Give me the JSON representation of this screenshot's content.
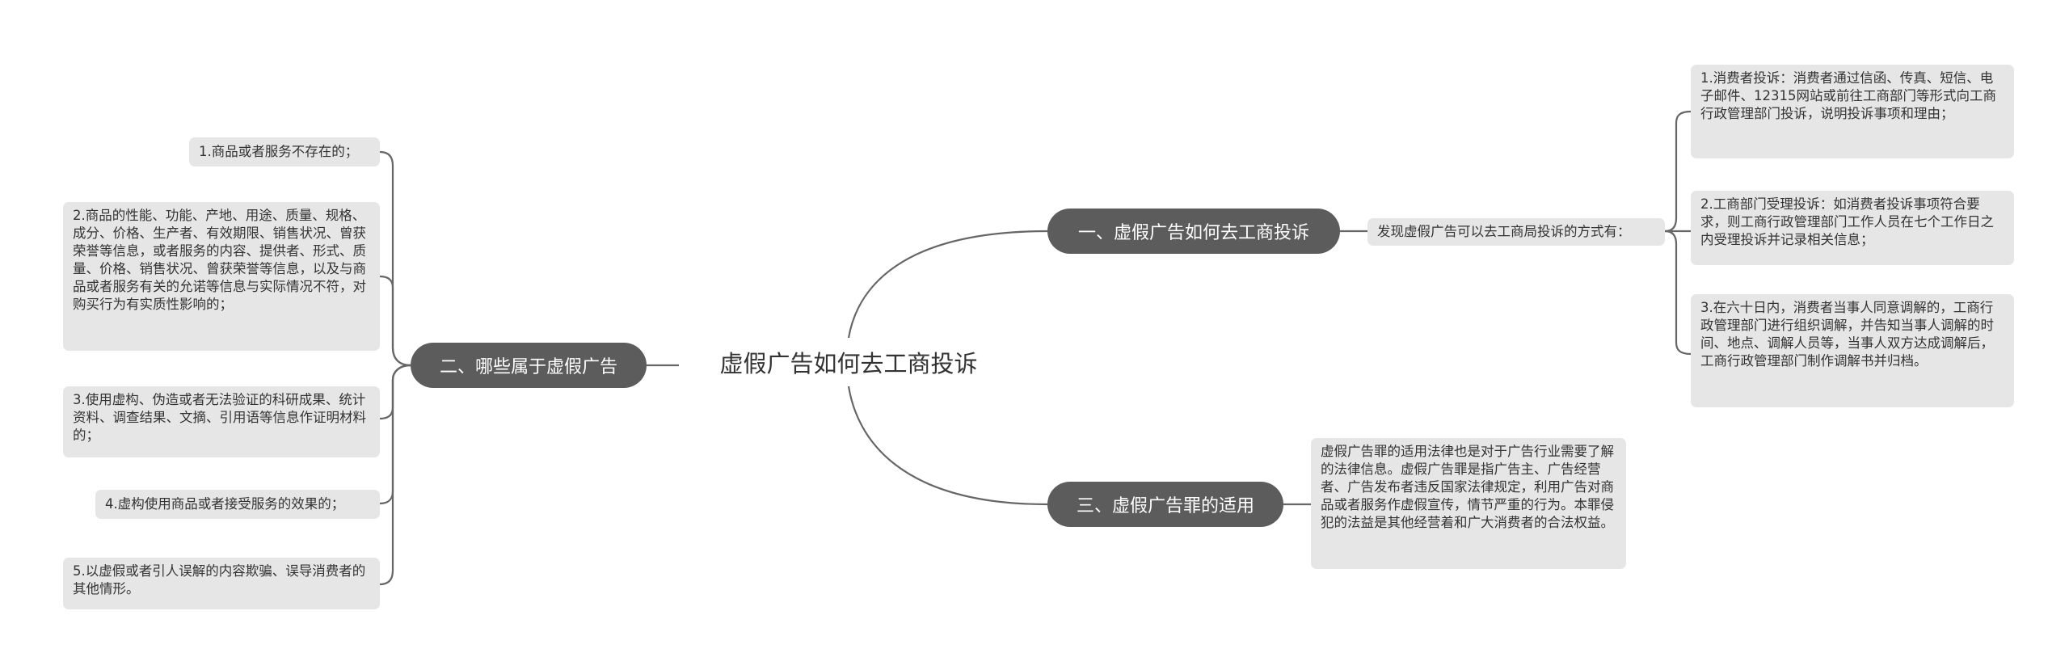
{
  "root": {
    "title": "虚假广告如何去工商投诉"
  },
  "branches": [
    {
      "label": "一、虚假广告如何去工商投诉",
      "intro": "发现虚假广告可以去工商局投诉的方式有：",
      "items": [
        "1.消费者投诉：消费者通过信函、传真、短信、电子邮件、12315网站或前往工商部门等形式向工商行政管理部门投诉，说明投诉事项和理由；",
        "2.工商部门受理投诉：如消费者投诉事项符合要求，则工商行政管理部门工作人员在七个工作日之内受理投诉并记录相关信息；",
        "3.在六十日内，消费者当事人同意调解的，工商行政管理部门进行组织调解，并告知当事人调解的时间、地点、调解人员等，当事人双方达成调解后，工商行政管理部门制作调解书并归档。"
      ]
    },
    {
      "label": "二、哪些属于虚假广告",
      "items": [
        "1.商品或者服务不存在的；",
        "2.商品的性能、功能、产地、用途、质量、规格、成分、价格、生产者、有效期限、销售状况、曾获荣誉等信息，或者服务的内容、提供者、形式、质量、价格、销售状况、曾获荣誉等信息，以及与商品或者服务有关的允诺等信息与实际情况不符，对购买行为有实质性影响的；",
        "3.使用虚构、伪造或者无法验证的科研成果、统计资料、调查结果、文摘、引用语等信息作证明材料的；",
        "4.虚构使用商品或者接受服务的效果的；",
        "5.以虚假或者引人误解的内容欺骗、误导消费者的其他情形。"
      ]
    },
    {
      "label": "三、虚假广告罪的适用",
      "items": [
        "虚假广告罪的适用法律也是对于广告行业需要了解的法律信息。虚假广告罪是指广告主、广告经营者、广告发布者违反国家法律规定，利用广告对商品或者服务作虚假宣传，情节严重的行为。本罪侵犯的法益是其他经营着和广大消费者的合法权益。"
      ]
    }
  ],
  "colors": {
    "background": "#ffffff",
    "branch_fill": "#5c5c5c",
    "branch_text": "#ffffff",
    "leaf_fill": "#e6e6e6",
    "text": "#333333",
    "connector": "#666666"
  }
}
